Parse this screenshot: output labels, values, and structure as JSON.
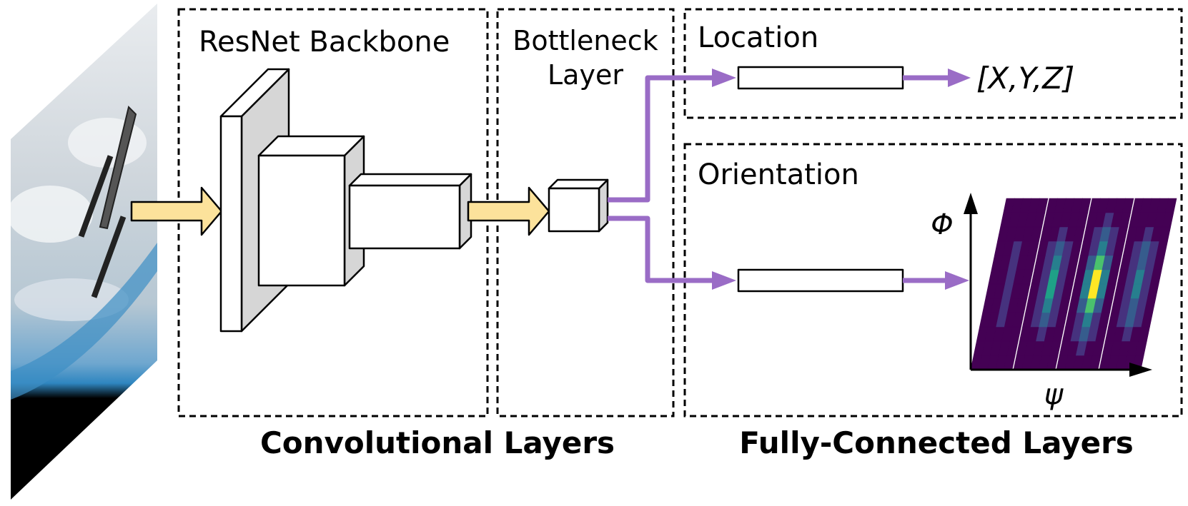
{
  "panels": {
    "backbone_title": "ResNet Backbone",
    "bottleneck_title_line1": "Bottleneck",
    "bottleneck_title_line2": "Layer",
    "location_title": "Location",
    "orientation_title": "Orientation"
  },
  "outputs": {
    "location_output": "[X,Y,Z]",
    "axis_vertical": "Φ",
    "axis_horizontal": "ψ"
  },
  "groups": {
    "convolutional": "Convolutional Layers",
    "fully_connected": "Fully-Connected Layers"
  },
  "colors": {
    "arrow_purple": "#9a6cc6",
    "arrow_yellow": "#fce29b",
    "heatmap_low": "#440154",
    "heatmap_high": "#fde725"
  }
}
